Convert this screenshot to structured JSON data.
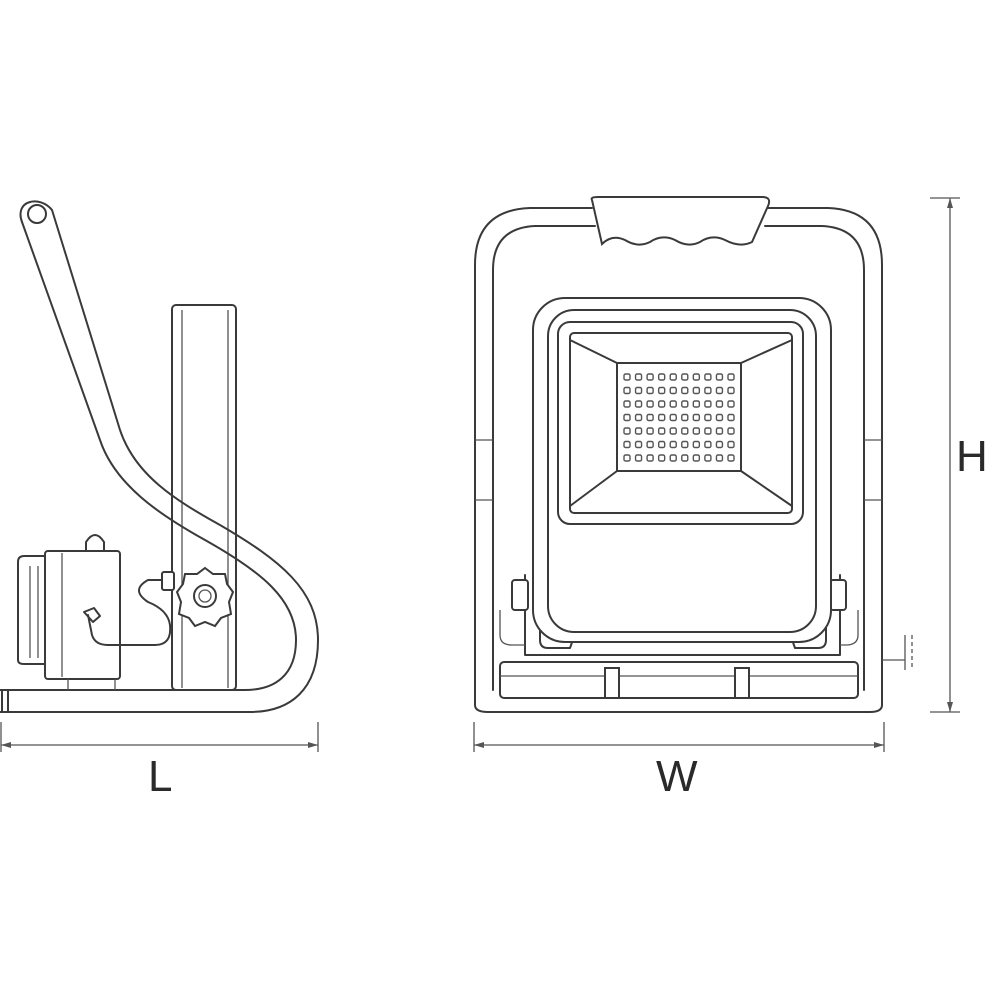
{
  "dimensions": {
    "length_label": "L",
    "width_label": "W",
    "height_label": "H"
  },
  "led_array": {
    "rows": 7,
    "columns": 10
  },
  "colors": {
    "stroke": "#3a3a3a",
    "background": "#ffffff"
  }
}
